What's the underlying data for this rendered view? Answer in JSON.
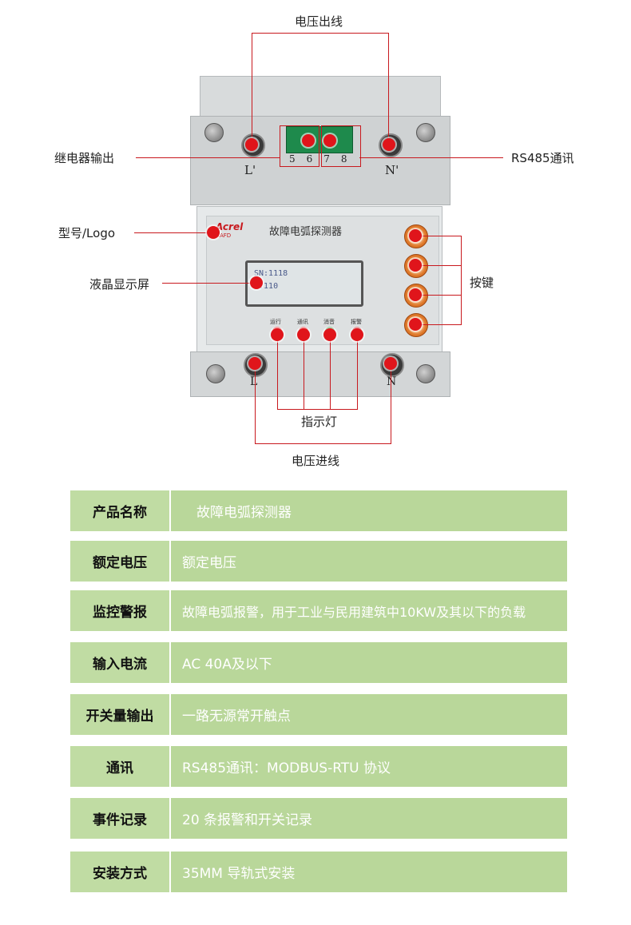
{
  "diagram": {
    "callouts": {
      "voltage_out": "电压出线",
      "relay_out": "继电器输出",
      "rs485": "RS485通讯",
      "model_logo": "型号/Logo",
      "lcd": "液晶显示屏",
      "keys": "按键",
      "indicator": "指示灯",
      "voltage_in": "电压进线"
    },
    "device": {
      "brand": "Acrel",
      "brand_sub": "AAFD",
      "name": "故障电弧探测器",
      "terminals": [
        "5",
        "6",
        "7",
        "8"
      ],
      "top_left_mark": "L'",
      "top_right_mark": "N'",
      "bottom_left_mark": "L",
      "bottom_right_mark": "N",
      "lcd_line1": "SN:1118",
      "lcd_line2": "V:110",
      "leds": [
        {
          "label": "运行",
          "color": "#e0151b"
        },
        {
          "label": "通讯",
          "color": "#e0151b"
        },
        {
          "label": "消音",
          "color": "#2e9a3e"
        },
        {
          "label": "报警",
          "color": "#c0151b"
        }
      ]
    }
  },
  "spec_table": [
    {
      "label": "产品名称",
      "value": "故障电弧探测器"
    },
    {
      "label": "额定电压",
      "value": "额定电压"
    },
    {
      "label": "监控警报",
      "value": "故障电弧报警，用于工业与民用建筑中10KW及其以下的负载"
    },
    {
      "label": "输入电流",
      "value": "AC 40A及以下"
    },
    {
      "label": "开关量输出",
      "value": "一路无源常开触点"
    },
    {
      "label": "通讯",
      "value": "RS485通讯：MODBUS-RTU 协议"
    },
    {
      "label": "事件记录",
      "value": "20 条报警和开关记录"
    },
    {
      "label": "安装方式",
      "value": "35MM 导轨式安装"
    }
  ],
  "colors": {
    "callout_line": "#c8191e",
    "table_head": "#c0dca3",
    "table_value": "#b9d79a"
  }
}
